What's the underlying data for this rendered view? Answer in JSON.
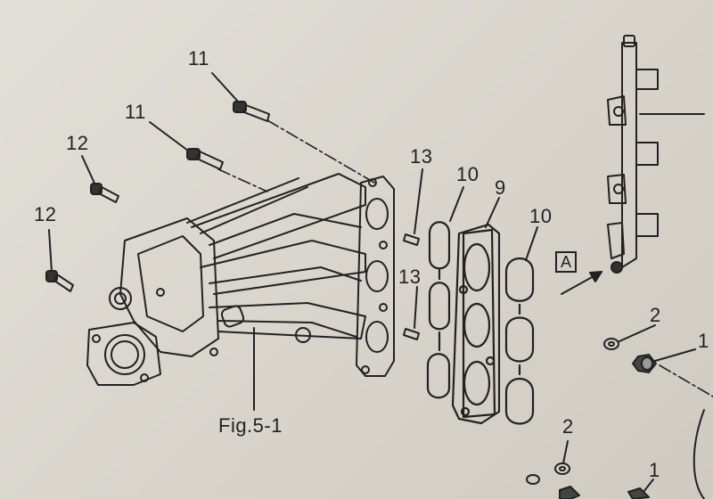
{
  "callouts": {
    "bolt_upper_a": "11",
    "bolt_upper_b": "11",
    "bolt_left_a": "12",
    "bolt_left_b": "12",
    "stud_upper": "13",
    "stud_lower": "13",
    "gasket_inner": "10",
    "gasket_outer": "10",
    "spacer_plate": "9",
    "washer_mid": "2",
    "washer_bottom": "2",
    "nut_mid": "1",
    "nut_bottom": "1"
  },
  "figure_caption": "Fig.5-1",
  "view_reference": "A",
  "colors": {
    "ink": "#222222",
    "paper": "#ddd9d2"
  }
}
